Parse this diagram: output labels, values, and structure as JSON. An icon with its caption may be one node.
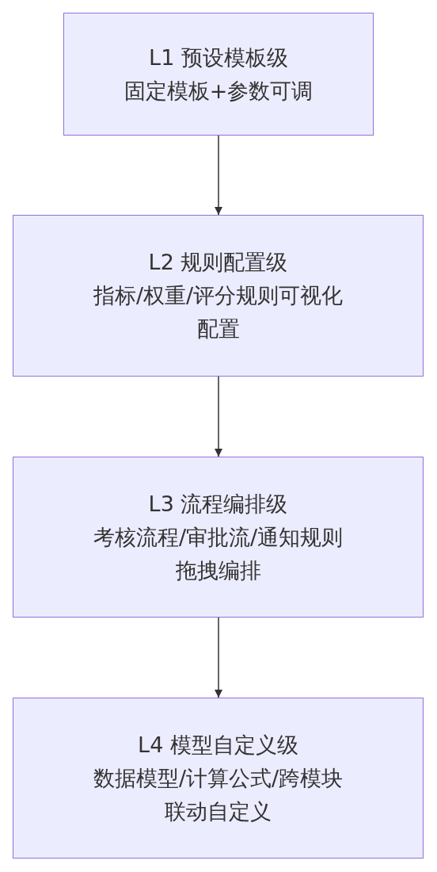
{
  "diagram": {
    "nodes": [
      {
        "text": [
          "L1 预设模板级",
          "固定模板+参数可调"
        ]
      },
      {
        "text": [
          "L2 规则配置级",
          "指标/权重/评分规则可视化配置"
        ]
      },
      {
        "text": [
          "L3 流程编排级",
          "考核流程/审批流/通知规则拖拽编排"
        ]
      },
      {
        "text": [
          "L4 模型自定义级",
          "数据模型/计算公式/跨模块联动自定义"
        ]
      }
    ],
    "edges": [
      {
        "from": 0,
        "to": 1,
        "arrow": "to"
      },
      {
        "from": 1,
        "to": 2,
        "arrow": "to"
      },
      {
        "from": 2,
        "to": 3,
        "arrow": "to"
      }
    ]
  }
}
